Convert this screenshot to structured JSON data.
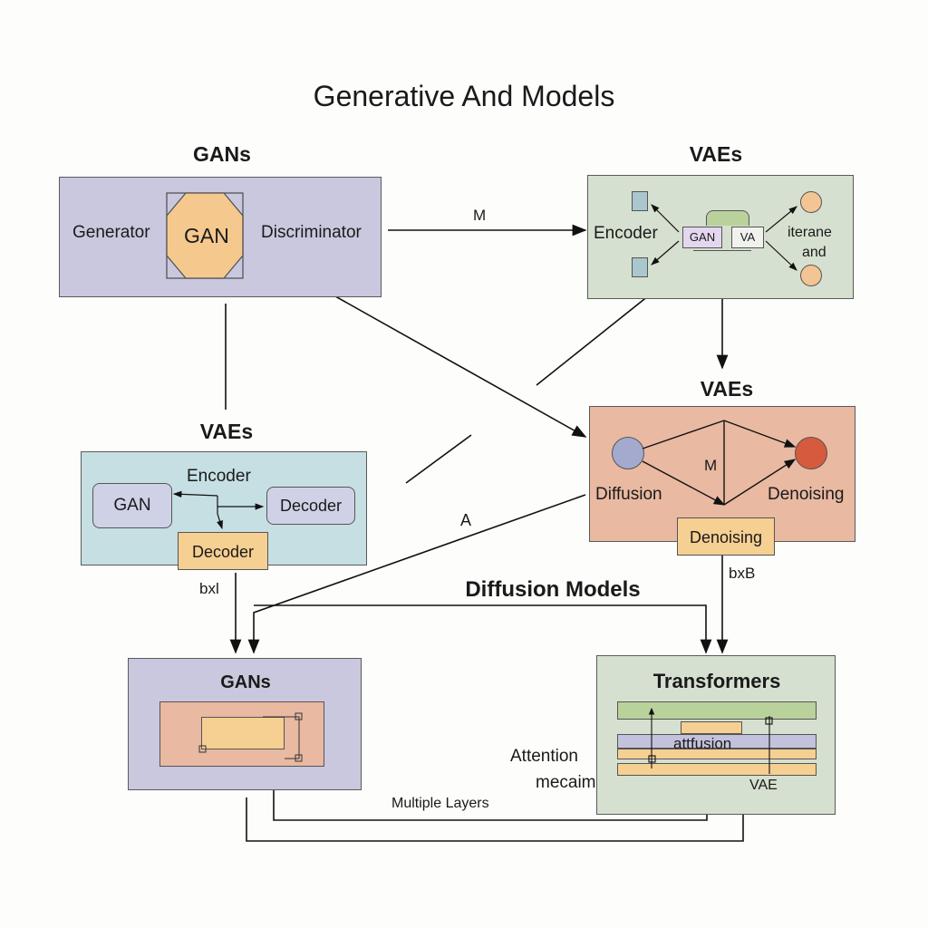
{
  "title": "Generative And Models",
  "gans_top": {
    "heading": "GANs",
    "left": "Generator",
    "center": "GAN",
    "right": "Discriminator"
  },
  "vaes_top": {
    "heading": "VAEs",
    "encoder": "Encoder",
    "mid1": "GAN",
    "mid2": "VA",
    "out1": "iterane",
    "out2": "and"
  },
  "vaes_left": {
    "heading": "VAEs",
    "encoder": "Encoder",
    "gan": "GAN",
    "decoder1": "Decoder",
    "decoder2": "Decoder"
  },
  "vaes_right": {
    "heading": "VAEs",
    "mid": "M",
    "diffusion": "Diffusion",
    "denoising": "Denoising",
    "denoising_box": "Denoising"
  },
  "edge_labels": {
    "m_top": "M",
    "a": "A",
    "bxl": "bxl",
    "bxb": "bxB",
    "multiple_layers": "Multiple Layers"
  },
  "section_heading": "Diffusion Models",
  "gans_bottom": {
    "heading": "GANs"
  },
  "transformers": {
    "heading": "Transformers",
    "overlay": "attfusion",
    "attention1": "Attention",
    "attention2": "mecaim",
    "vae": "VAE"
  },
  "colors": {
    "lavender": "#c9c8de",
    "mint": "#d6e0d0",
    "lightblue": "#c6dfe3",
    "salmon": "#e9b9a2",
    "peach": "#f6cf92",
    "octagon": "#f5c98e",
    "green_bar": "#b9d29c",
    "purple_bar": "#c3c2dc"
  }
}
